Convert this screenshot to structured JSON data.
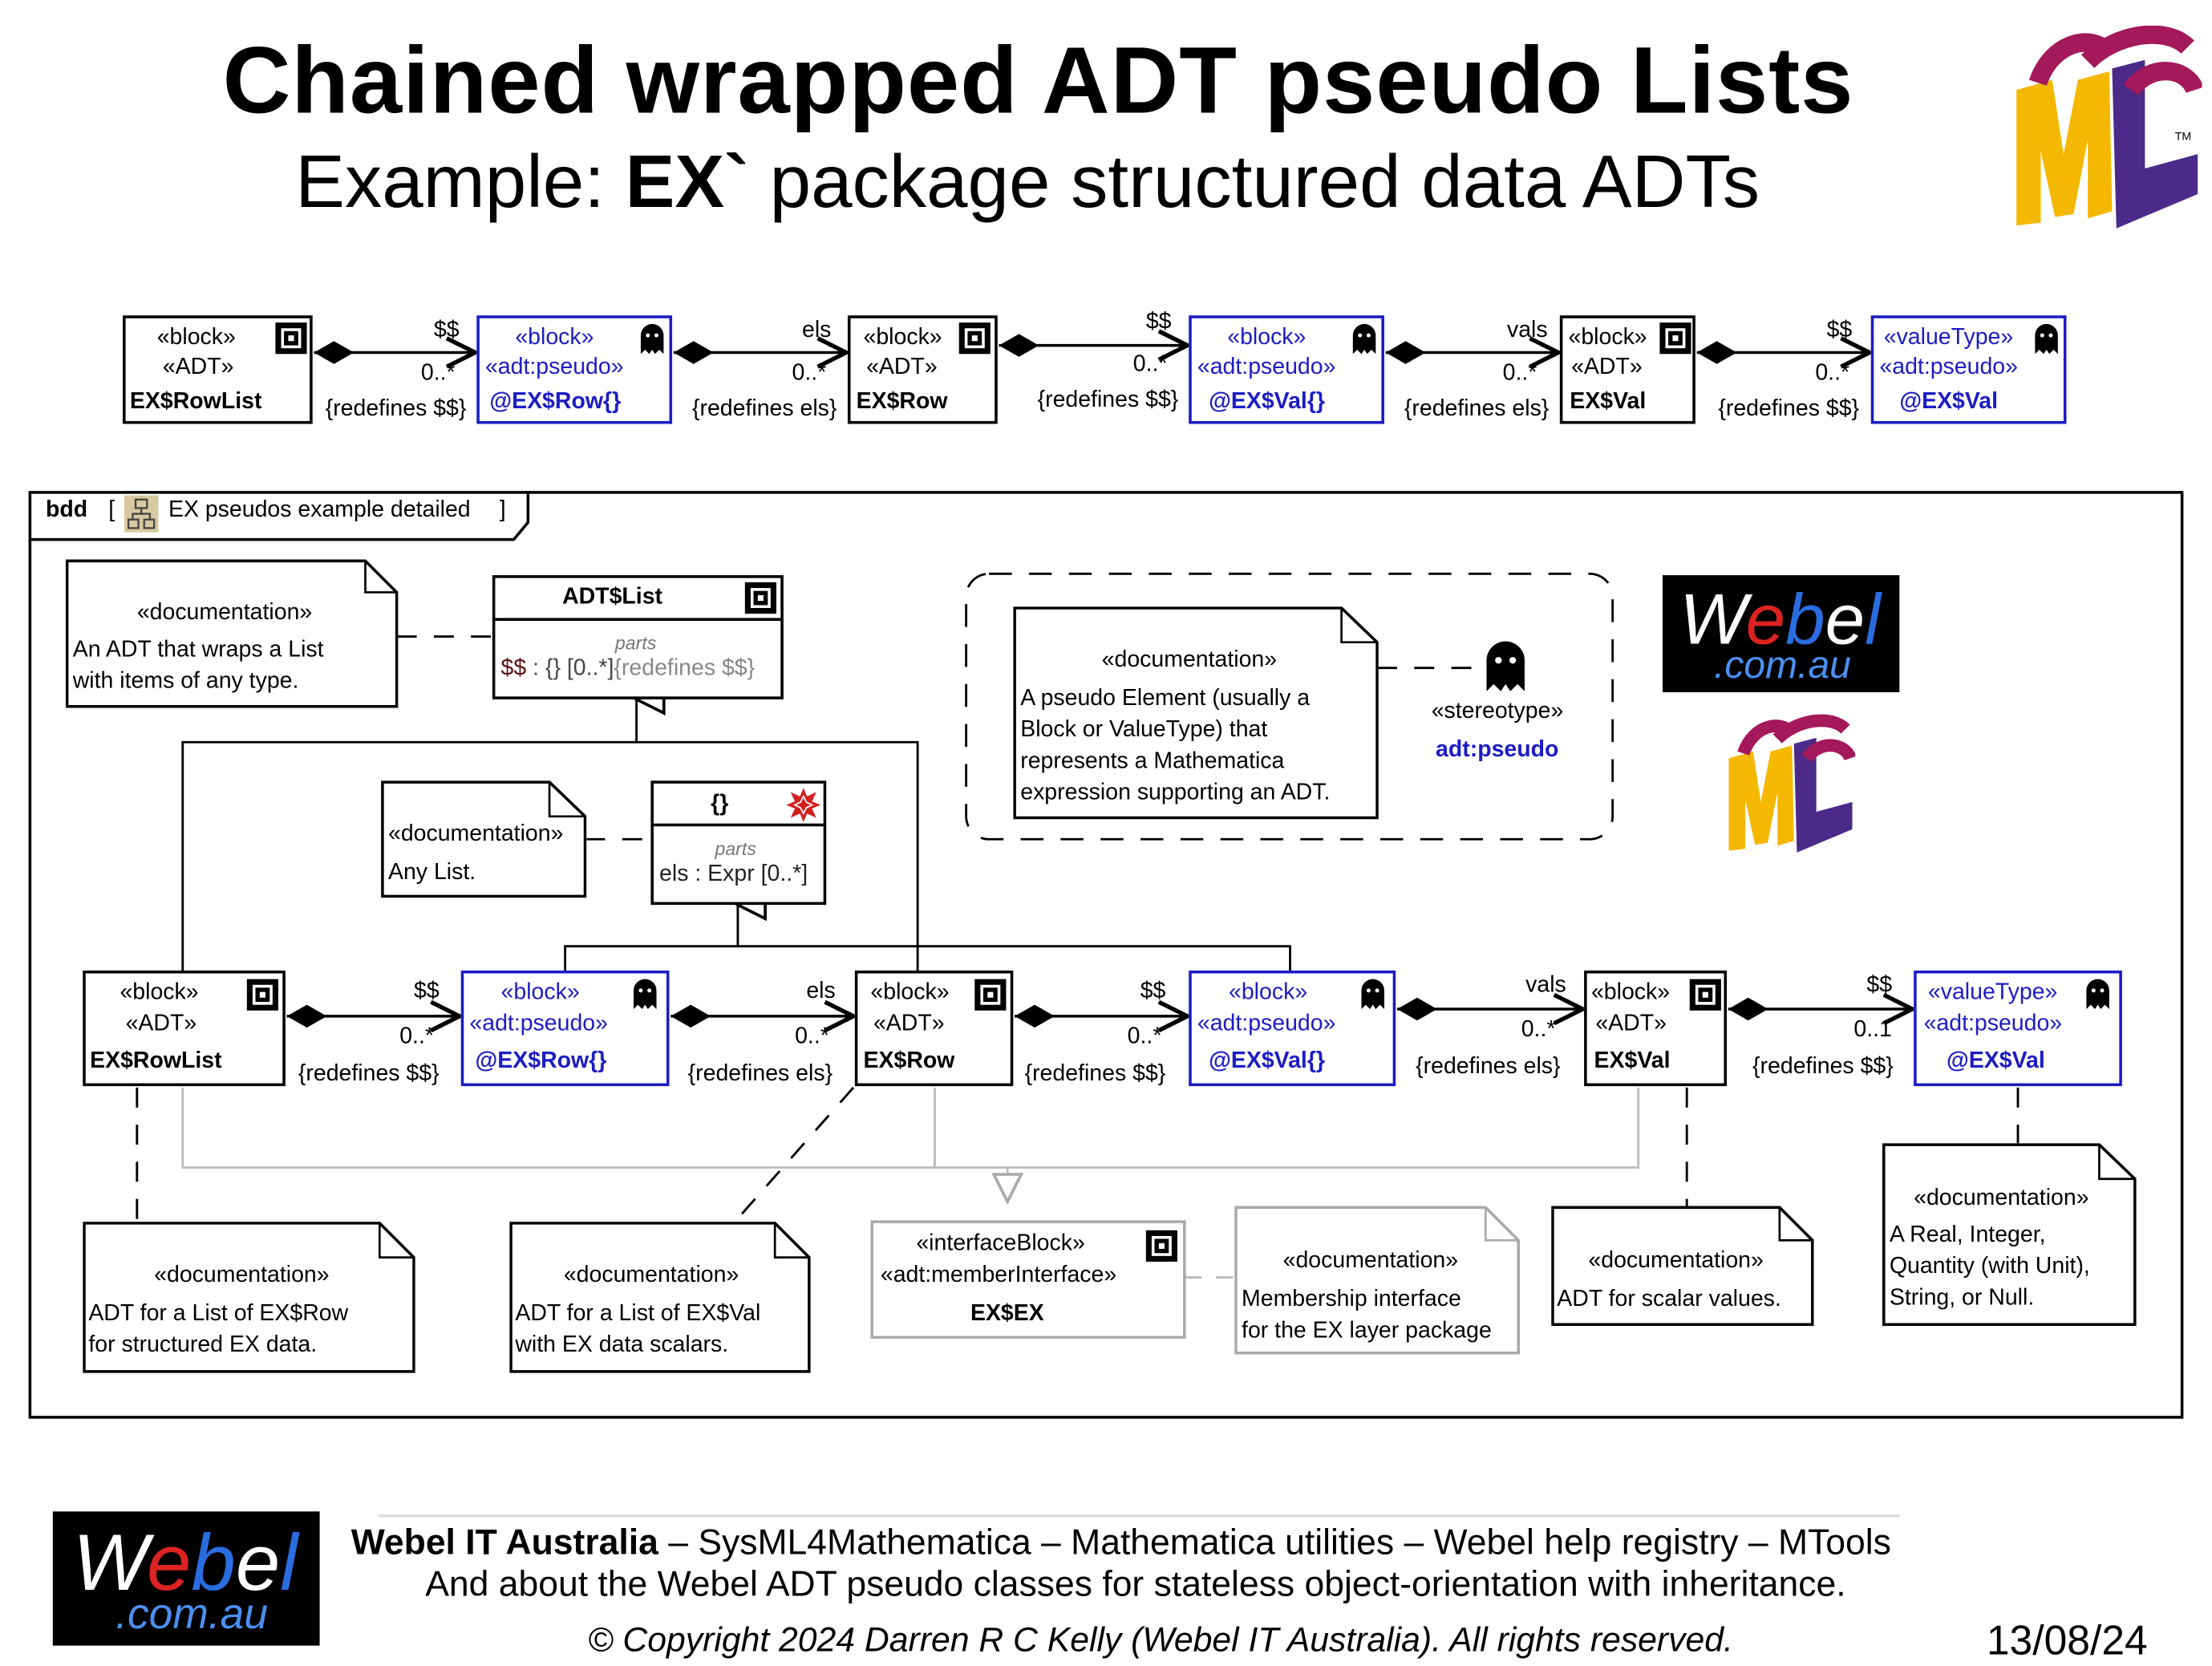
{
  "title": "Chained wrapped ADT pseudo Lists",
  "subtitle": {
    "prefix": "Example: ",
    "bold": "EX`",
    "suffix": " package structured data ADTs"
  },
  "logos": {
    "sysml": "SysML",
    "webel_main": "Webel",
    "webel_domain": ".com.au"
  },
  "top_row": {
    "blocks": [
      {
        "s1": "«block»",
        "s2": "«ADT»",
        "name": "EX$RowList"
      },
      {
        "s1": "«block»",
        "s2": "«adt:pseudo»",
        "name": "@EX$Row{}"
      },
      {
        "s1": "«block»",
        "s2": "«ADT»",
        "name": "EX$Row"
      },
      {
        "s1": "«block»",
        "s2": "«adt:pseudo»",
        "name": "@EX$Val{}"
      },
      {
        "s1": "«block»",
        "s2": "«ADT»",
        "name": "EX$Val"
      },
      {
        "s1": "«valueType»",
        "s2": "«adt:pseudo»",
        "name": "@EX$Val"
      }
    ],
    "assocs": [
      {
        "role": "$$",
        "mult": "0..*",
        "constraint": "{redefines $$}"
      },
      {
        "role": "els",
        "mult": "0..*",
        "constraint": "{redefines els}"
      },
      {
        "role": "$$",
        "mult": "0..*",
        "constraint": "{redefines $$}"
      },
      {
        "role": "vals",
        "mult": "0..*",
        "constraint": "{redefines els}"
      },
      {
        "role": "$$",
        "mult": "0..*",
        "constraint": "{redefines $$}"
      }
    ]
  },
  "diagram": {
    "kind": "bdd",
    "open_bracket": "[",
    "name": "EX pseudos example detailed",
    "close_bracket": "]",
    "adt_list": {
      "name": "ADT$List",
      "compartment": "parts",
      "part_name": "$$",
      "part_rest": " : {} [0..*]",
      "part_constraint": "{redefines $$}"
    },
    "list_block": {
      "name": "{}",
      "compartment": "parts",
      "part": "els : Expr [0..*]"
    },
    "stereotype": {
      "label": "«stereotype»",
      "name": "adt:pseudo"
    },
    "notes": [
      {
        "head": "«documentation»",
        "lines": [
          "An ADT that wraps a List",
          "with items of any type."
        ]
      },
      {
        "head": "«documentation»",
        "lines": [
          "Any List."
        ]
      },
      {
        "head": "«documentation»",
        "lines": [
          "A pseudo Element (usually a",
          "Block or ValueType) that",
          "represents a Mathematica",
          "expression supporting an ADT."
        ]
      },
      {
        "head": "«documentation»",
        "lines": [
          "ADT for a List of EX$Row",
          "for structured EX data."
        ]
      },
      {
        "head": "«documentation»",
        "lines": [
          "ADT for a List of EX$Val",
          "with EX data scalars."
        ]
      },
      {
        "head": "«documentation»",
        "lines": [
          "Membership interface",
          "for the EX layer package"
        ]
      },
      {
        "head": "«documentation»",
        "lines": [
          "ADT for scalar values."
        ]
      },
      {
        "head": "«documentation»",
        "lines": [
          "A Real, Integer,",
          "Quantity (with Unit),",
          "String, or Null."
        ]
      }
    ],
    "blocks": [
      {
        "s1": "«block»",
        "s2": "«ADT»",
        "name": "EX$RowList"
      },
      {
        "s1": "«block»",
        "s2": "«adt:pseudo»",
        "name": "@EX$Row{}"
      },
      {
        "s1": "«block»",
        "s2": "«ADT»",
        "name": "EX$Row"
      },
      {
        "s1": "«block»",
        "s2": "«adt:pseudo»",
        "name": "@EX$Val{}"
      },
      {
        "s1": "«block»",
        "s2": "«ADT»",
        "name": "EX$Val"
      },
      {
        "s1": "«valueType»",
        "s2": "«adt:pseudo»",
        "name": "@EX$Val"
      }
    ],
    "assocs": [
      {
        "role": "$$",
        "mult": "0..*",
        "constraint": "{redefines $$}"
      },
      {
        "role": "els",
        "mult": "0..*",
        "constraint": "{redefines els}"
      },
      {
        "role": "$$",
        "mult": "0..*",
        "constraint": "{redefines $$}"
      },
      {
        "role": "vals",
        "mult": "0..*",
        "constraint": "{redefines els}"
      },
      {
        "role": "$$",
        "mult": "0..1",
        "constraint": "{redefines $$}"
      }
    ],
    "interface_block": {
      "s1": "«interfaceBlock»",
      "s2": "«adt:memberInterface»",
      "name": "EX$EX"
    }
  },
  "footer": {
    "org": "Webel IT Australia",
    "links": "  – SysML4Mathematica – Mathematica utilities – Webel help registry – MTools",
    "about": "And about the Webel ADT pseudo classes for stateless object-orientation with inheritance.",
    "copyright": "© Copyright 2024 Darren R C Kelly (Webel IT Australia). All rights reserved.",
    "date": "13/08/24"
  },
  "colors": {
    "pseudo_blue": "#1c1cc4",
    "sysml_magenta": "#a3195b",
    "sysml_yellow": "#f5b800",
    "sysml_purple": "#4b2a8a",
    "webel_blue": "#2a6de0"
  }
}
